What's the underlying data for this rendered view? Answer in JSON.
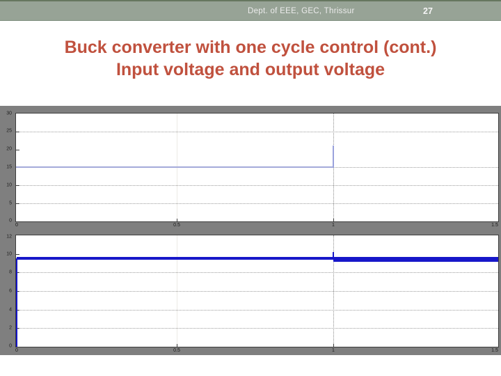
{
  "slide": {
    "header": {
      "text": "Dept. of EEE, GEC, Thrissur",
      "page_number": "27"
    },
    "title_line1": "Buck converter with one cycle control (cont.)",
    "title_line2": "Input voltage and output voltage"
  },
  "colors": {
    "header_bg": "#97A396",
    "title_text": "#C0513E",
    "figure_bg": "#7F7F7F",
    "input_voltage_line": "#A4AADA",
    "output_voltage_line": "#1717C9"
  },
  "figure": {
    "top_plot": {
      "y_ticks": [
        "30",
        "25",
        "20",
        "15",
        "10",
        "5",
        "0"
      ],
      "x_ticks": [
        "0",
        "0.5",
        "1",
        "1.5"
      ]
    },
    "bottom_plot": {
      "y_ticks": [
        "12",
        "10",
        "8",
        "6",
        "4",
        "2",
        "0"
      ],
      "x_ticks": [
        "0",
        "0.5",
        "1",
        "1.5"
      ]
    }
  },
  "chart_data": [
    {
      "type": "line",
      "title": "",
      "xlabel": "",
      "ylabel": "",
      "xlim": [
        0,
        1.5
      ],
      "ylim": [
        0,
        30
      ],
      "x_tick_values": [
        0,
        0.5,
        1,
        1.5
      ],
      "y_tick_values": [
        0,
        5,
        10,
        15,
        20,
        25,
        30
      ],
      "grid": true,
      "legend_position": "none",
      "series": [
        {
          "name": "input_voltage",
          "color": "#A4AADA",
          "points": [
            [
              0,
              15
            ],
            [
              1,
              15
            ],
            [
              1,
              21
            ]
          ],
          "note": "Input voltage constant at 15 V until t = 1 s, vertical step up to about 21 V at t = 1 s; no trace drawn after t = 1 s"
        }
      ]
    },
    {
      "type": "line",
      "title": "",
      "xlabel": "",
      "ylabel": "",
      "xlim": [
        0,
        1.5
      ],
      "ylim": [
        0,
        12
      ],
      "x_tick_values": [
        0,
        0.5,
        1,
        1.5
      ],
      "y_tick_values": [
        0,
        2,
        4,
        6,
        8,
        10,
        12
      ],
      "grid": true,
      "legend_position": "none",
      "series": [
        {
          "name": "output_voltage",
          "color": "#1717C9",
          "points": [
            [
              0,
              0
            ],
            [
              0.01,
              9.7
            ],
            [
              1,
              9.5
            ],
            [
              1,
              10.2
            ],
            [
              1.001,
              9.4
            ],
            [
              1.5,
              9.4
            ]
          ],
          "note": "Output voltage rises at startup to ~9.5 V, stays regulated just below 10 V; small spike and slightly larger ripple band after the input step at t = 1 s"
        }
      ]
    }
  ]
}
